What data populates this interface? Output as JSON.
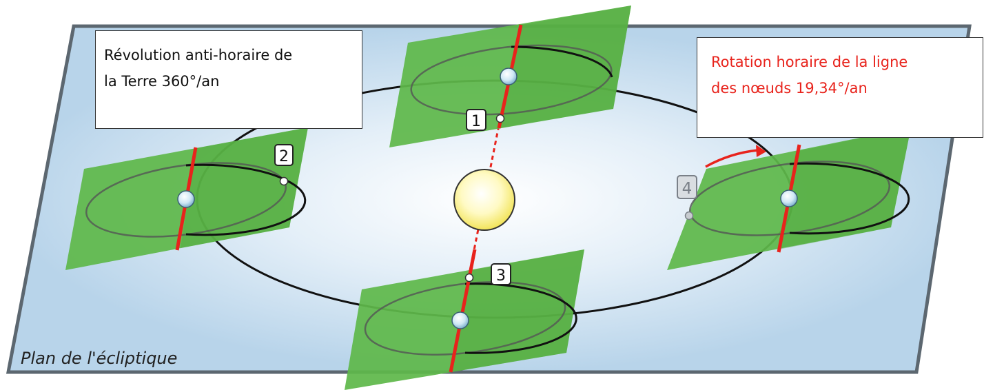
{
  "annotations": {
    "revolution": {
      "line1": "Révolution anti-horaire de",
      "line2": "la Terre 360°/an"
    },
    "rotation": {
      "line1": "Rotation horaire de la ligne",
      "line2": "des nœuds 19,34°/an"
    }
  },
  "plane_label": "Plan de l'écliptique",
  "markers": {
    "m1": "1",
    "m2": "2",
    "m3": "3",
    "m4": "4"
  },
  "colors": {
    "plane_fill": "#b8d4ea",
    "plane_stroke": "#5c6770",
    "lunar_plane": "#5fb84a",
    "node_line": "#e8231c",
    "sun": "#fff4a0",
    "orbit": "#111111",
    "rotation_text": "#e8231c"
  }
}
